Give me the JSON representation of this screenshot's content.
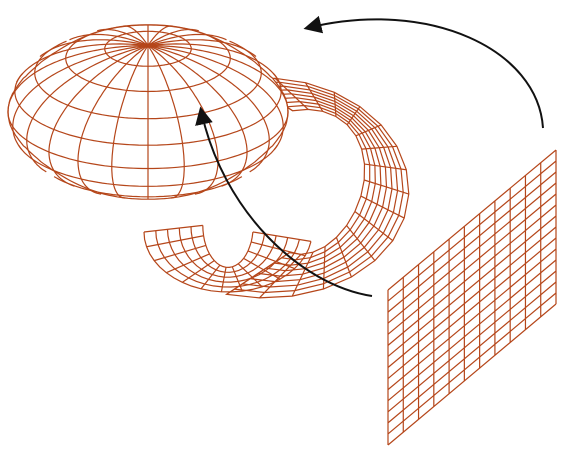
{
  "diagram": {
    "colors": {
      "mesh": "#b5461a",
      "arrow": "#111111",
      "background": "#ffffff"
    },
    "shapes": [
      {
        "name": "flat-grid-sheet",
        "kind": "planar-grid",
        "rows": 14,
        "columns": 11
      },
      {
        "name": "wireframe-ellipsoid",
        "kind": "closed-surface",
        "latitude_rings": 9,
        "meridians": 24
      },
      {
        "name": "wireframe-rolled-sheet",
        "kind": "partially-rolled-surface"
      }
    ],
    "arrows": [
      {
        "name": "arrow-to-rolled-sheet",
        "from": "flat-grid-sheet",
        "to": "wireframe-rolled-sheet"
      },
      {
        "name": "arrow-to-ellipsoid",
        "from": "wireframe-rolled-sheet",
        "to": "wireframe-ellipsoid"
      }
    ]
  }
}
